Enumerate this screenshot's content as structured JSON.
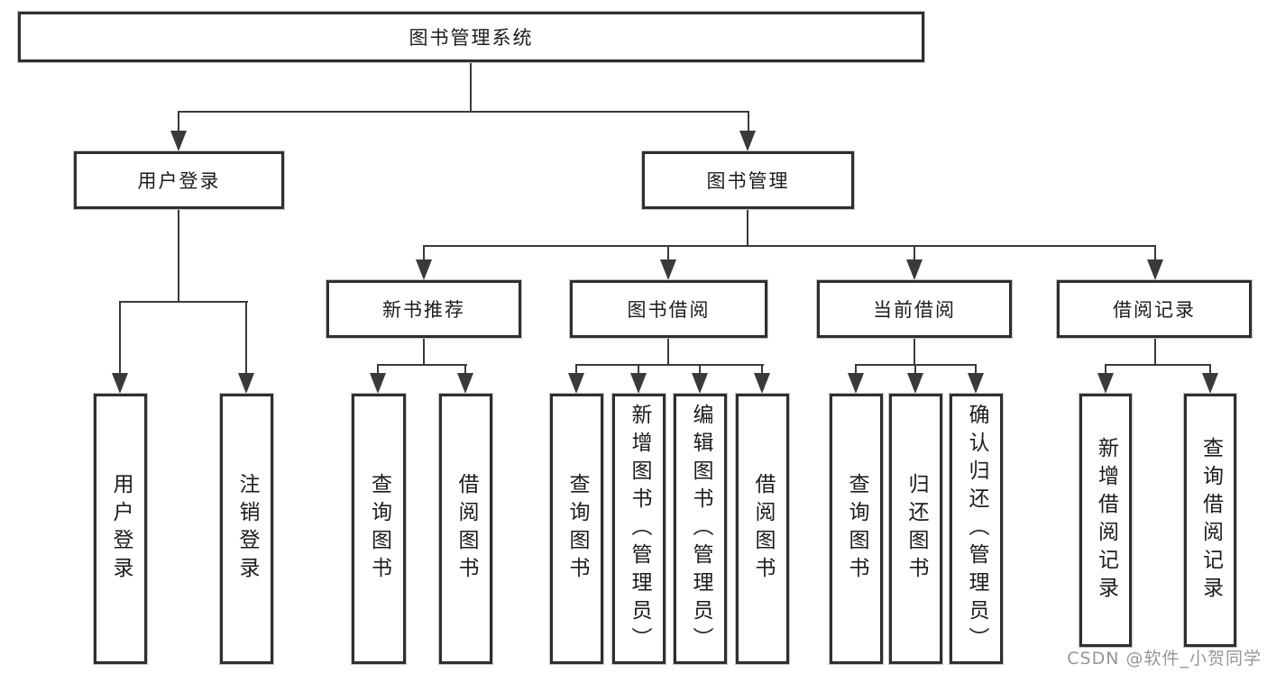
{
  "nodes": {
    "root": {
      "label": "图书管理系统"
    },
    "user_login": {
      "label": "用户登录"
    },
    "book_management": {
      "label": "图书管理"
    },
    "leaf_user_login": {
      "label": "用户登录"
    },
    "leaf_logout": {
      "label": "注销登录"
    },
    "new_book_rec": {
      "label": "新书推荐"
    },
    "book_borrow": {
      "label": "图书借阅"
    },
    "current_borrow": {
      "label": "当前借阅"
    },
    "borrow_record": {
      "label": "借阅记录"
    },
    "nbr_query_books": {
      "label": "查询图书"
    },
    "nbr_borrow_books": {
      "label": "借阅图书"
    },
    "bb_query_books": {
      "label": "查询图书"
    },
    "bb_add_books": {
      "label": "新增图书（管理员）"
    },
    "bb_edit_books": {
      "label": "编辑图书（管理员）"
    },
    "bb_borrow_books": {
      "label": "借阅图书"
    },
    "cb_query_books": {
      "label": "查询图书"
    },
    "cb_return_books": {
      "label": "归还图书"
    },
    "cb_confirm_return": {
      "label": "确认归还（管理员）"
    },
    "br_add_record": {
      "label": "新增借阅记录"
    },
    "br_query_record": {
      "label": "查询借阅记录"
    }
  },
  "hierarchy": {
    "图书管理系统": {
      "用户登录": [
        "用户登录",
        "注销登录"
      ],
      "图书管理": {
        "新书推荐": [
          "查询图书",
          "借阅图书"
        ],
        "图书借阅": [
          "查询图书",
          "新增图书（管理员）",
          "编辑图书（管理员）",
          "借阅图书"
        ],
        "当前借阅": [
          "查询图书",
          "归还图书",
          "确认归还（管理员）"
        ],
        "借阅记录": [
          "新增借阅记录",
          "查询借阅记录"
        ]
      }
    }
  },
  "watermark": {
    "text": "CSDN @软件_小贺同学"
  },
  "colors": {
    "background": "#ffffff",
    "box_border": "#2f2f2f",
    "line": "#3a3a3a",
    "text": "#1c1c1c",
    "watermark": "#969696"
  }
}
